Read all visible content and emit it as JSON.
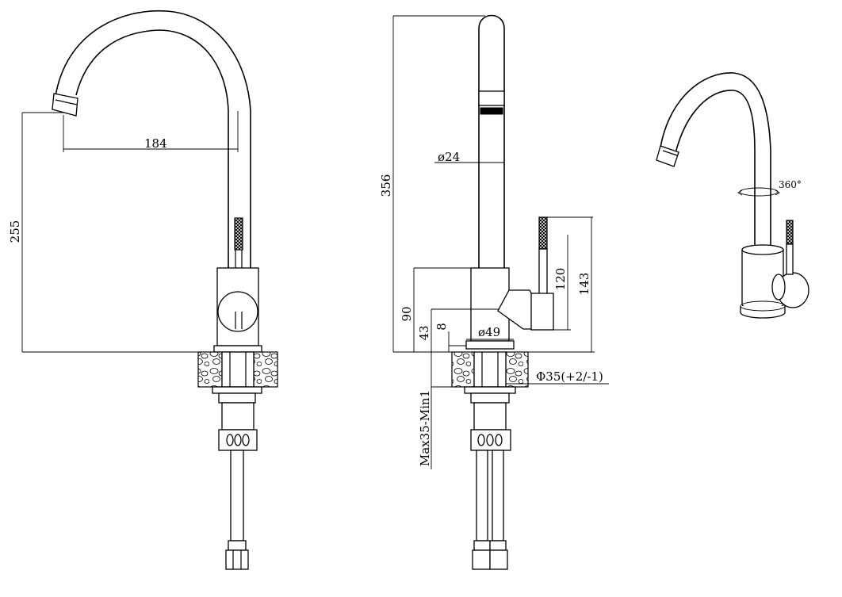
{
  "views": {
    "front": {
      "dims": {
        "spout_reach": "184",
        "spout_height": "255"
      }
    },
    "side": {
      "dims": {
        "total_height": "356",
        "spout_diameter": "ø24",
        "lever_height_120": "120",
        "lever_height_143": "143",
        "body_height": "90",
        "base_height": "43",
        "base_gap": "8",
        "base_diameter": "ø49",
        "hole_diameter": "Φ35(+2/-1)",
        "deck_thickness": "Max35-Min1"
      }
    },
    "perspective": {
      "dims": {
        "rotation": "360°"
      }
    }
  }
}
